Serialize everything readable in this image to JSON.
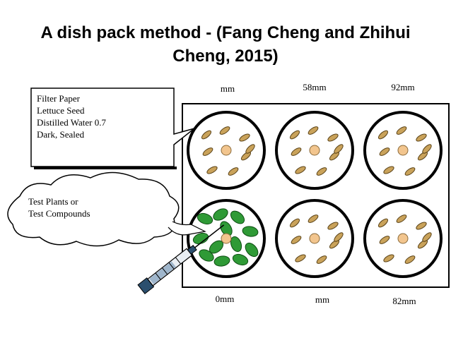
{
  "title": {
    "line1": "A dish pack method - (Fang Cheng and Zhihui",
    "line2": "Cheng, 2015)"
  },
  "callout_box": {
    "lines": [
      "Filter Paper",
      "Lettuce Seed",
      "Distilled Water 0.7",
      "Dark, Sealed"
    ]
  },
  "cloud": {
    "lines": [
      "Test Plants or",
      "Test Compounds"
    ]
  },
  "top_labels": [
    "mm",
    "58mm",
    "92mm"
  ],
  "bottom_labels": [
    "0mm",
    "mm",
    "82mm"
  ],
  "icons": {
    "syringe": "syringe-icon",
    "seed": "lettuce-seed-icon",
    "leaf": "plant-leaf-icon"
  },
  "colors": {
    "seed": "#c9a25a",
    "center": "#f2c58e",
    "leaf": "#2f9a36"
  }
}
